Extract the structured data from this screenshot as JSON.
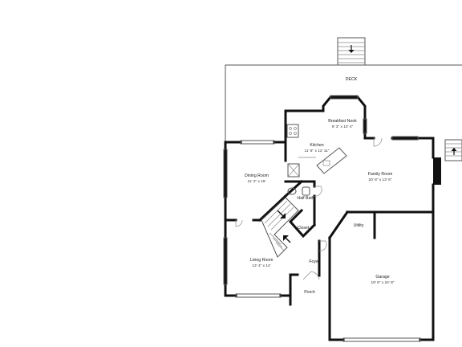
{
  "rooms": {
    "deck": {
      "name": "DECK"
    },
    "breakfast_nook": {
      "name": "Breakfast Nook",
      "dims": "8' 3\" x 10' 4\""
    },
    "kitchen": {
      "name": "Kitchen",
      "dims": "11' 6\" x 12' 11\""
    },
    "dining_room": {
      "name": "Dining Room",
      "dims": "11' 2\" x 15'"
    },
    "family_room": {
      "name": "Family Room",
      "dims": "20' 8\" x 13' 6\""
    },
    "half_bath": {
      "name": "Half Bath"
    },
    "closet": {
      "name": "Closet"
    },
    "utility": {
      "name": "Utility"
    },
    "living_room": {
      "name": "Living Room",
      "dims": "13' 4\" x 14'"
    },
    "foyer": {
      "name": "Foyer"
    },
    "garage": {
      "name": "Garage",
      "dims": "19' 5\" x 24' 8\""
    },
    "porch": {
      "name": "Porch"
    }
  },
  "icons": {
    "deck_stair_arrow": "arrow-down-icon",
    "side_stair_arrow": "arrow-up-icon",
    "stair_arrow_down": "arrow-down-right-icon",
    "stair_arrow_up": "arrow-up-left-icon"
  },
  "colors": {
    "wall": "#111111",
    "line": "#555555",
    "background": "#ffffff"
  }
}
